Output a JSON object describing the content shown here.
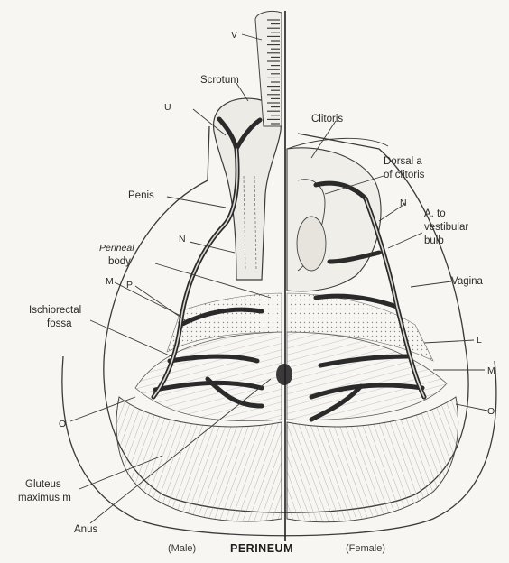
{
  "figure": {
    "caption": {
      "left": "(Male)",
      "center": "PERINEUM",
      "right": "(Female)"
    },
    "labels": {
      "v_top": "V",
      "scrotum": "Scrotum",
      "u": "U",
      "clitoris": "Clitoris",
      "dorsal_a_1": "Dorsal a",
      "dorsal_a_2": "of clitoris",
      "penis": "Penis",
      "n_right": "N",
      "a_to_1": "A. to",
      "a_to_2": "vestibular",
      "a_to_3": "bulb",
      "n_left": "N",
      "perineal_1": "Perineal",
      "perineal_2": "body",
      "vagina": "Vagina",
      "m_left": "M",
      "p_left": "P",
      "ischio_1": "Ischiorectal",
      "ischio_2": "fossa",
      "l_right": "L",
      "m_right": "M",
      "o_right": "O",
      "o_left": "O",
      "gluteus_1": "Gluteus",
      "gluteus_2": "maximus m",
      "anus": "Anus"
    }
  }
}
